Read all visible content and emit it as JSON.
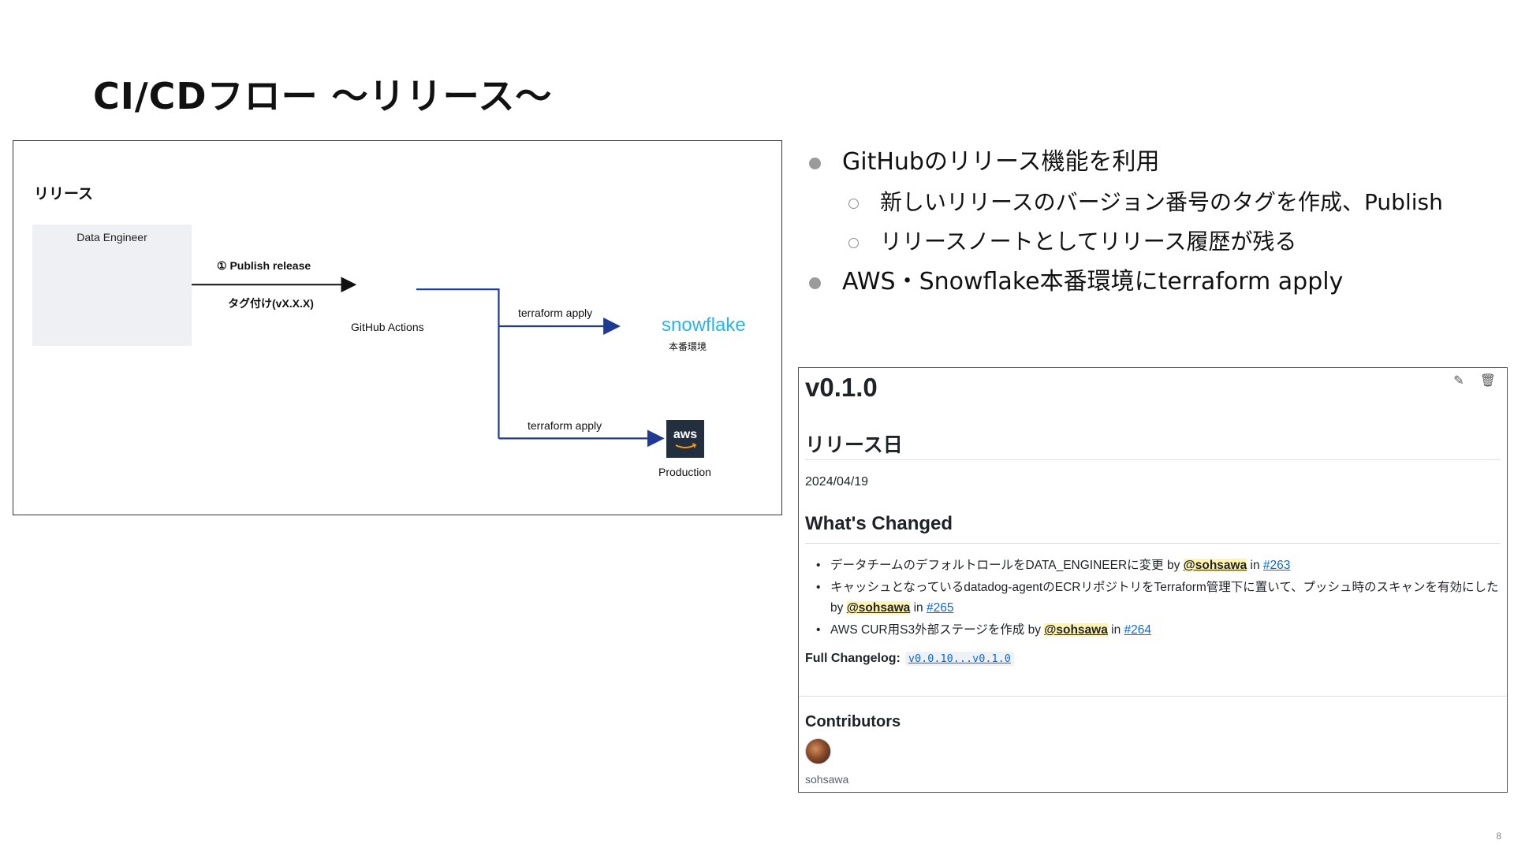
{
  "slide": {
    "title": "CI/CDフロー ～リリース～",
    "page_number": "8"
  },
  "diagram": {
    "heading": "リリース",
    "engineer_label": "Data Engineer",
    "edge_publish": "① Publish release",
    "edge_tag": "タグ付け(vX.X.X)",
    "github_label": "GitHub Actions",
    "edge_snowflake": "terraform apply",
    "edge_aws": "terraform apply",
    "snowflake_logo_text": "snowflake",
    "snowflake_label": "本番環境",
    "aws_logo_text": "aws",
    "aws_label": "Production",
    "colors": {
      "arrow_blue": "#1f3a93",
      "snowflake_blue": "#29b5e8",
      "aws_dark": "#232f3e",
      "engineer_bg": "#eef0f3"
    }
  },
  "bullets": {
    "item1": "GitHubのリリース機能を利用",
    "item1_sub1": "新しいリリースのバージョン番号のタグを作成、Publish",
    "item1_sub2": "リリースノートとしてリリース履歴が残る",
    "item2": "AWS・Snowflake本番環境にterraform apply"
  },
  "release": {
    "version": "v0.1.0",
    "release_date_heading": "リリース日",
    "release_date": "2024/04/19",
    "changes_heading": "What's Changed",
    "changes": [
      {
        "text": "データチームのデフォルトロールをDATA_ENGINEERに変更 by ",
        "mention": "@sohsawa",
        "in": " in ",
        "pr": "#263"
      },
      {
        "text": "キャッシュとなっているdatadog-agentのECRリポジトリをTerraform管理下に置いて、プッシュ時のスキャンを有効にした by ",
        "mention": "@sohsawa",
        "in": " in ",
        "pr": "#265"
      },
      {
        "text": "AWS CUR用S3外部ステージを作成 by ",
        "mention": "@sohsawa",
        "in": " in ",
        "pr": "#264"
      }
    ],
    "full_changelog_label": "Full Changelog:",
    "full_changelog_link": "v0.0.10...v0.1.0",
    "contributors_heading": "Contributors",
    "contributor_name": "sohsawa"
  }
}
